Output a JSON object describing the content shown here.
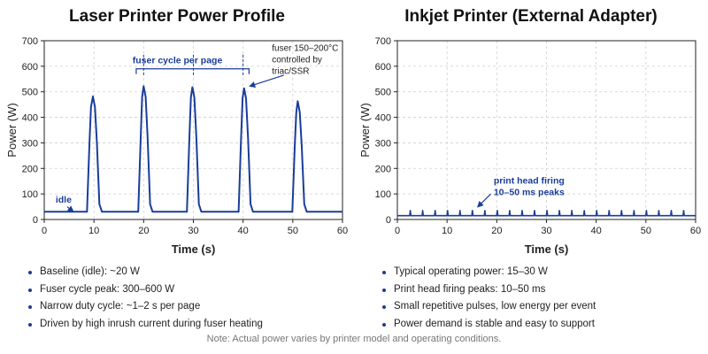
{
  "colors": {
    "series": "#1a3d9a",
    "annotation": "#1a3d9a",
    "grid": "#cfcfcf",
    "axis": "#222222",
    "text": "#222222",
    "note": "#777777"
  },
  "footnote": "Note: Actual power varies by printer model and operating conditions.",
  "chart_data": [
    {
      "type": "line",
      "title": "Laser Printer Power Profile",
      "xlabel": "Time (s)",
      "ylabel": "Power (W)",
      "xlim": [
        0,
        60
      ],
      "ylim": [
        0,
        700
      ],
      "xticks": [
        "0",
        "10",
        "20",
        "30",
        "40",
        "50",
        "60"
      ],
      "yticks": [
        "0",
        "100",
        "200",
        "300",
        "400",
        "500",
        "600",
        "700"
      ],
      "grid": true,
      "series": [
        {
          "x": [
            0,
            8.6,
            9.1,
            9.4,
            9.8,
            10.2,
            10.6,
            11.1,
            11.6,
            18.9,
            19.4,
            19.7,
            20.0,
            20.4,
            20.8,
            21.3,
            21.8,
            28.7,
            29.2,
            29.5,
            29.8,
            30.2,
            30.6,
            31.1,
            31.6,
            39.1,
            39.6,
            39.9,
            40.2,
            40.6,
            41.0,
            41.5,
            42.0,
            49.9,
            50.4,
            50.7,
            51.0,
            51.4,
            51.8,
            52.3,
            52.8,
            60
          ],
          "y": [
            30,
            30,
            300,
            440,
            482,
            440,
            300,
            60,
            30,
            30,
            320,
            480,
            522,
            480,
            320,
            60,
            30,
            30,
            320,
            478,
            518,
            478,
            320,
            60,
            30,
            30,
            318,
            474,
            514,
            474,
            318,
            60,
            30,
            30,
            290,
            420,
            463,
            420,
            290,
            60,
            30,
            30
          ]
        }
      ],
      "annotations": {
        "idle": "idle",
        "fuser_cycle": "fuser cycle per page",
        "fuser_note": [
          "fuser 150–200°C",
          "controlled by",
          "triac/SSR"
        ]
      },
      "bullets": [
        "Baseline (idle): ~20 W",
        "Fuser cycle peak: 300–600 W",
        "Narrow duty cycle: ~1–2 s per page",
        "Driven by high inrush current during fuser heating"
      ]
    },
    {
      "type": "line",
      "title": "Inkjet Printer (External Adapter)",
      "xlabel": "Time (s)",
      "ylabel": "Power (W)",
      "xlim": [
        0,
        60
      ],
      "ylim": [
        0,
        700
      ],
      "xticks": [
        "0",
        "10",
        "20",
        "30",
        "40",
        "50",
        "60"
      ],
      "yticks": [
        "0",
        "100",
        "200",
        "300",
        "400",
        "500",
        "600",
        "700"
      ],
      "grid": true,
      "baseline": 15,
      "peak": 35,
      "pulse_times": [
        2.6,
        5.1,
        7.6,
        10.1,
        12.6,
        15.1,
        17.6,
        20.1,
        22.6,
        25.1,
        27.6,
        30.1,
        32.6,
        35.1,
        37.6,
        40.1,
        42.6,
        45.1,
        47.6,
        50.1,
        52.6,
        55.1,
        57.6
      ],
      "annotations": {
        "firing": [
          "print head firing",
          "10–50 ms peaks"
        ]
      },
      "bullets": [
        "Typical operating power: 15–30 W",
        "Print head firing peaks: 10–50 ms",
        "Small repetitive pulses, low energy per event",
        "Power demand is stable and easy to support"
      ]
    }
  ]
}
